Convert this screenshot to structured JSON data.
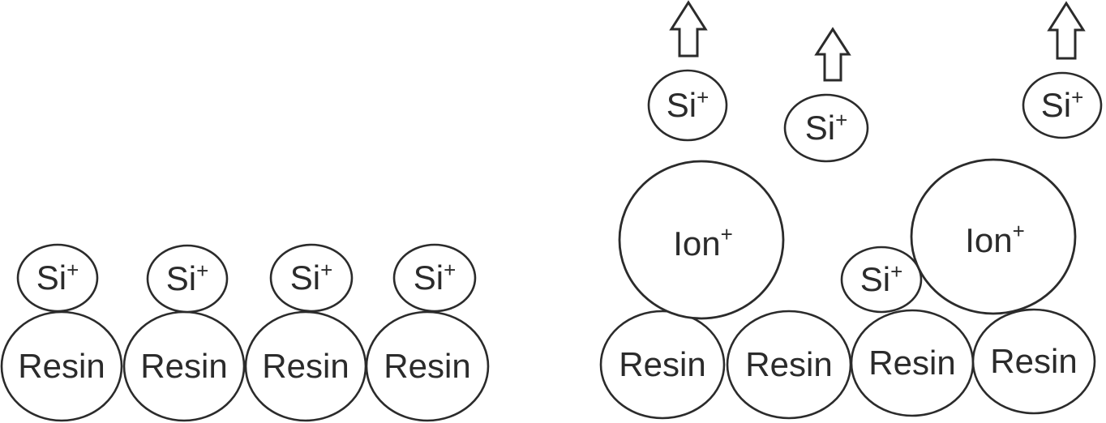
{
  "diagram": {
    "colors": {
      "background": "#ffffff",
      "stroke": "#2b2b2b",
      "text": "#2b2b2b"
    },
    "labels": {
      "si": "Si",
      "ion": "Ion",
      "resin": "Resin",
      "charge": "+"
    },
    "left_panel": {
      "resin_count": 4,
      "bound_si_count": 4
    },
    "right_panel": {
      "resin_count": 4,
      "ion_count": 2,
      "bound_si_count": 1,
      "released_si_count": 3,
      "up_arrow_count": 3
    }
  }
}
